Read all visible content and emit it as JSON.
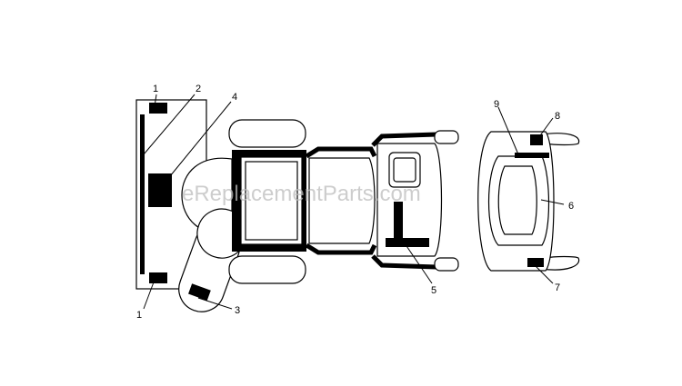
{
  "watermark": "eReplacementParts.com",
  "callouts": {
    "c1_top": "1",
    "c1_bottom": "1",
    "c2": "2",
    "c3": "3",
    "c4": "4",
    "c5": "5",
    "c6": "6",
    "c7": "7",
    "c8": "8",
    "c9": "9"
  },
  "colors": {
    "line": "#000000",
    "background": "#ffffff",
    "watermark": "#bdbdbd"
  }
}
